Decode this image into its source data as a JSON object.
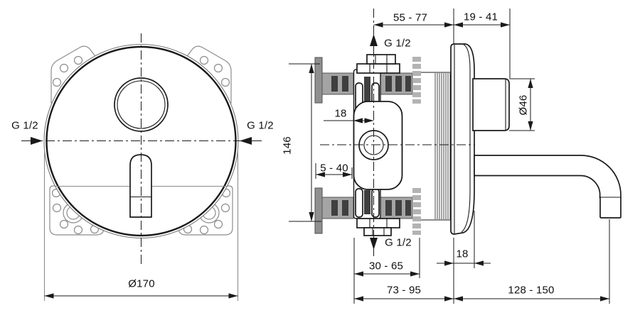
{
  "palette": {
    "line": "#1a1a1a",
    "thin_gray": "#8c8c8c",
    "pipe_gray": "#a4a4a4",
    "bar_dark": "#3f3f3f",
    "flange_gray": "#8f8f8f",
    "flange_light": "#b3b3b3",
    "background": "#ffffff"
  },
  "front_view": {
    "inlet_left": "G 1/2",
    "inlet_right": "G 1/2",
    "plate_diameter": "Ø170"
  },
  "side_view": {
    "depth_range_top": "55 - 77",
    "knob_projection": "19 - 41",
    "inlet_top": "G 1/2",
    "inlet_bottom": "G 1/2",
    "height": "146",
    "knob_diameter": "Ø46",
    "axis_offset": "18",
    "wall_thickness_range": "5 - 40",
    "depth_range_bottom": "30 - 65",
    "plate_depth": "18",
    "body_depth_range": "73 - 95",
    "spout_reach_range": "128 - 150"
  }
}
